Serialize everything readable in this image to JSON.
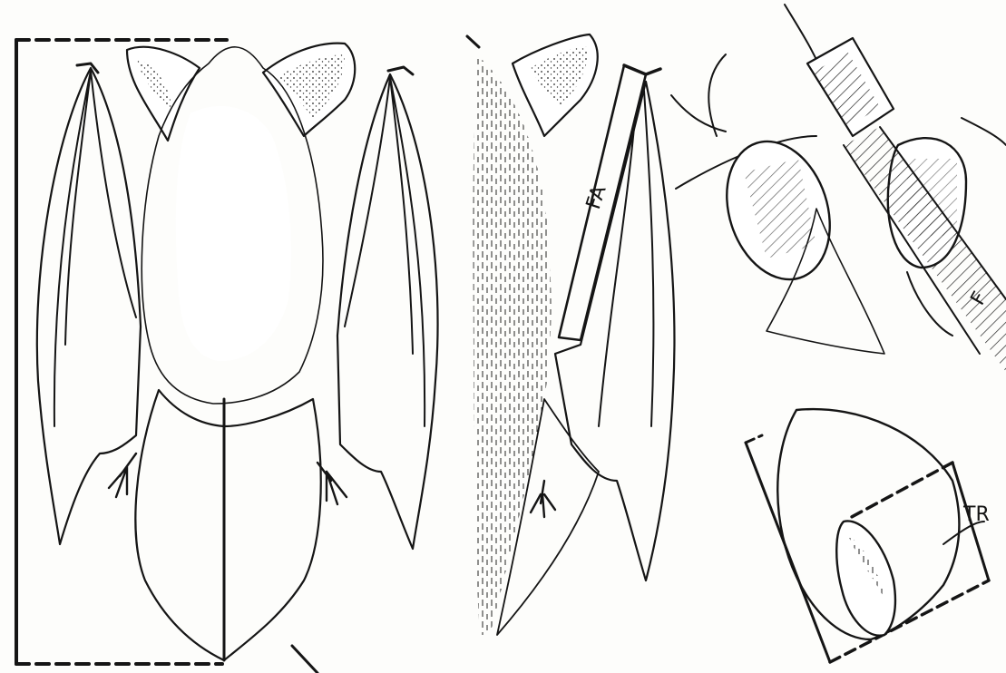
{
  "figure": {
    "labels": {
      "forearm": "FA",
      "tragus": "TR",
      "side_mark": "F"
    },
    "colors": {
      "ink": "#151515",
      "paper": "#fdfdfb"
    },
    "panels": [
      "bat-dorsal-view",
      "bat-side-view",
      "ear-closeup",
      "tragus-closeup"
    ]
  }
}
